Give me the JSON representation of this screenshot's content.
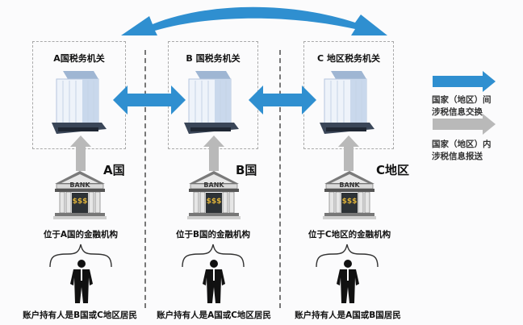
{
  "regions": [
    {
      "authority": "A国税务机关",
      "region_label": "A国",
      "institution": "位于A国的金融机构",
      "holder": "账户持有人是B国或C地区居民"
    },
    {
      "authority": "B 国税务机关",
      "region_label": "B国",
      "institution": "位于B国的金融机构",
      "holder": "账户持有人是A国或C地区居民"
    },
    {
      "authority": "C 地区税务机关",
      "region_label": "C地区",
      "institution": "位于C地区的金融机构",
      "holder": "账户持有人是A国或B国居民"
    }
  ],
  "bank": {
    "sign": "BANK",
    "money": "$$$"
  },
  "legend": {
    "exchange": {
      "line1": "国家（地区）间",
      "line2": "涉税信息交换",
      "color": "#2f8fd0"
    },
    "report": {
      "line1": "国家（地区）内",
      "line2": "涉税信息报送",
      "color": "#b9b9b9"
    }
  }
}
